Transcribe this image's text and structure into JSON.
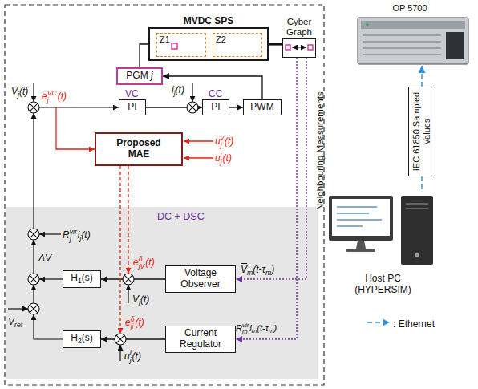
{
  "diagram": {
    "nodes": [
      {
        "text": [
          "MVDC SPS"
        ]
      },
      {
        "text": [
          "Z1"
        ],
        "in": 0
      },
      {
        "text": [
          "Z2"
        ],
        "in": 0
      },
      {
        "text": [
          "Cyber Graph"
        ]
      },
      {
        "text": [
          "PGM j"
        ]
      },
      {
        "text": [
          "PI"
        ]
      },
      {
        "text": [
          "PI"
        ]
      },
      {
        "text": [
          "PWM"
        ]
      },
      {
        "text": [
          "Proposed MAE"
        ]
      },
      {
        "text": [
          "DC + DSC"
        ]
      },
      {
        "text": [
          "H1(s)"
        ],
        "in": 9
      },
      {
        "text": [
          "H2(s)"
        ],
        "in": 9
      },
      {
        "text": [
          "Voltage Observer"
        ],
        "in": 9
      },
      {
        "text": [
          "Current Regulator"
        ],
        "in": 9
      },
      {
        "text": [
          "OP 5700"
        ]
      },
      {
        "text": [
          "IEC 61850 Sampled Values"
        ]
      },
      {
        "text": [
          "Host PC (HYPERSIM)"
        ]
      }
    ],
    "edges": [
      {
        "from": 4,
        "to": 0,
        "arrow": "none"
      },
      {
        "from": 0,
        "to": 3,
        "arrow": "none"
      },
      {
        "from": 5,
        "to": 6,
        "arrow": "to"
      },
      {
        "from": 6,
        "to": 7,
        "arrow": "to"
      },
      {
        "from": 7,
        "to": 4,
        "arrow": "to"
      },
      {
        "from": 12,
        "to": 10,
        "arrow": "to"
      },
      {
        "from": 13,
        "to": 11,
        "arrow": "to"
      },
      {
        "from": 3,
        "to": 12,
        "arrow": "to"
      },
      {
        "from": 3,
        "to": 13,
        "arrow": "to"
      },
      {
        "from": 16,
        "to": 15,
        "arrow": "none"
      },
      {
        "from": 15,
        "to": 14,
        "arrow": "to"
      }
    ],
    "labels": [
      "Vj(t)",
      "ejVC(t)",
      "VC",
      "ij(t)",
      "CC",
      "ujv(t)",
      "uji(t)",
      "Rjvirij(t)",
      "ΔV",
      "ejVδ(t)",
      "Vref",
      "Vj(t)",
      "ejiδ(t)",
      "uji(t)",
      "Vm(t-τm)",
      "Rmvirim(t-τm)",
      "Neighbouring Measurements"
    ],
    "legend": [
      {
        "text": ": Ethernet"
      }
    ]
  }
}
